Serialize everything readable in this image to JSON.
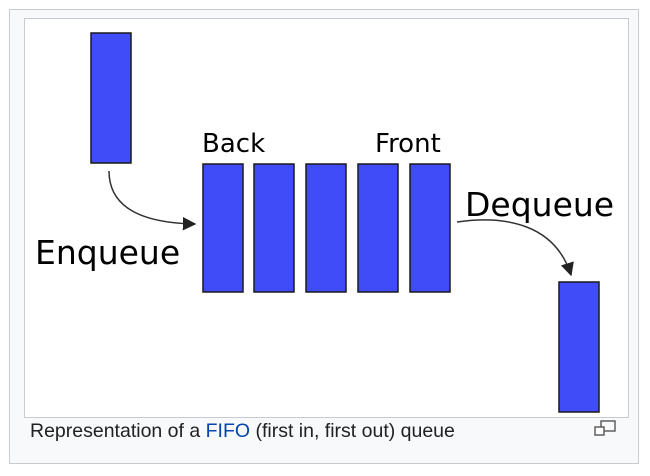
{
  "diagram": {
    "enqueue_label": "Enqueue",
    "dequeue_label": "Dequeue",
    "back_label": "Back",
    "front_label": "Front",
    "block_fill": "#3f4cf7",
    "block_stroke": "#1a1a1a",
    "arrow_color": "#333333"
  },
  "caption": {
    "prefix": "Representation of a ",
    "link": "FIFO",
    "suffix": " (first in, first out) queue"
  },
  "icons": {
    "magnify": "enlarge-icon"
  }
}
